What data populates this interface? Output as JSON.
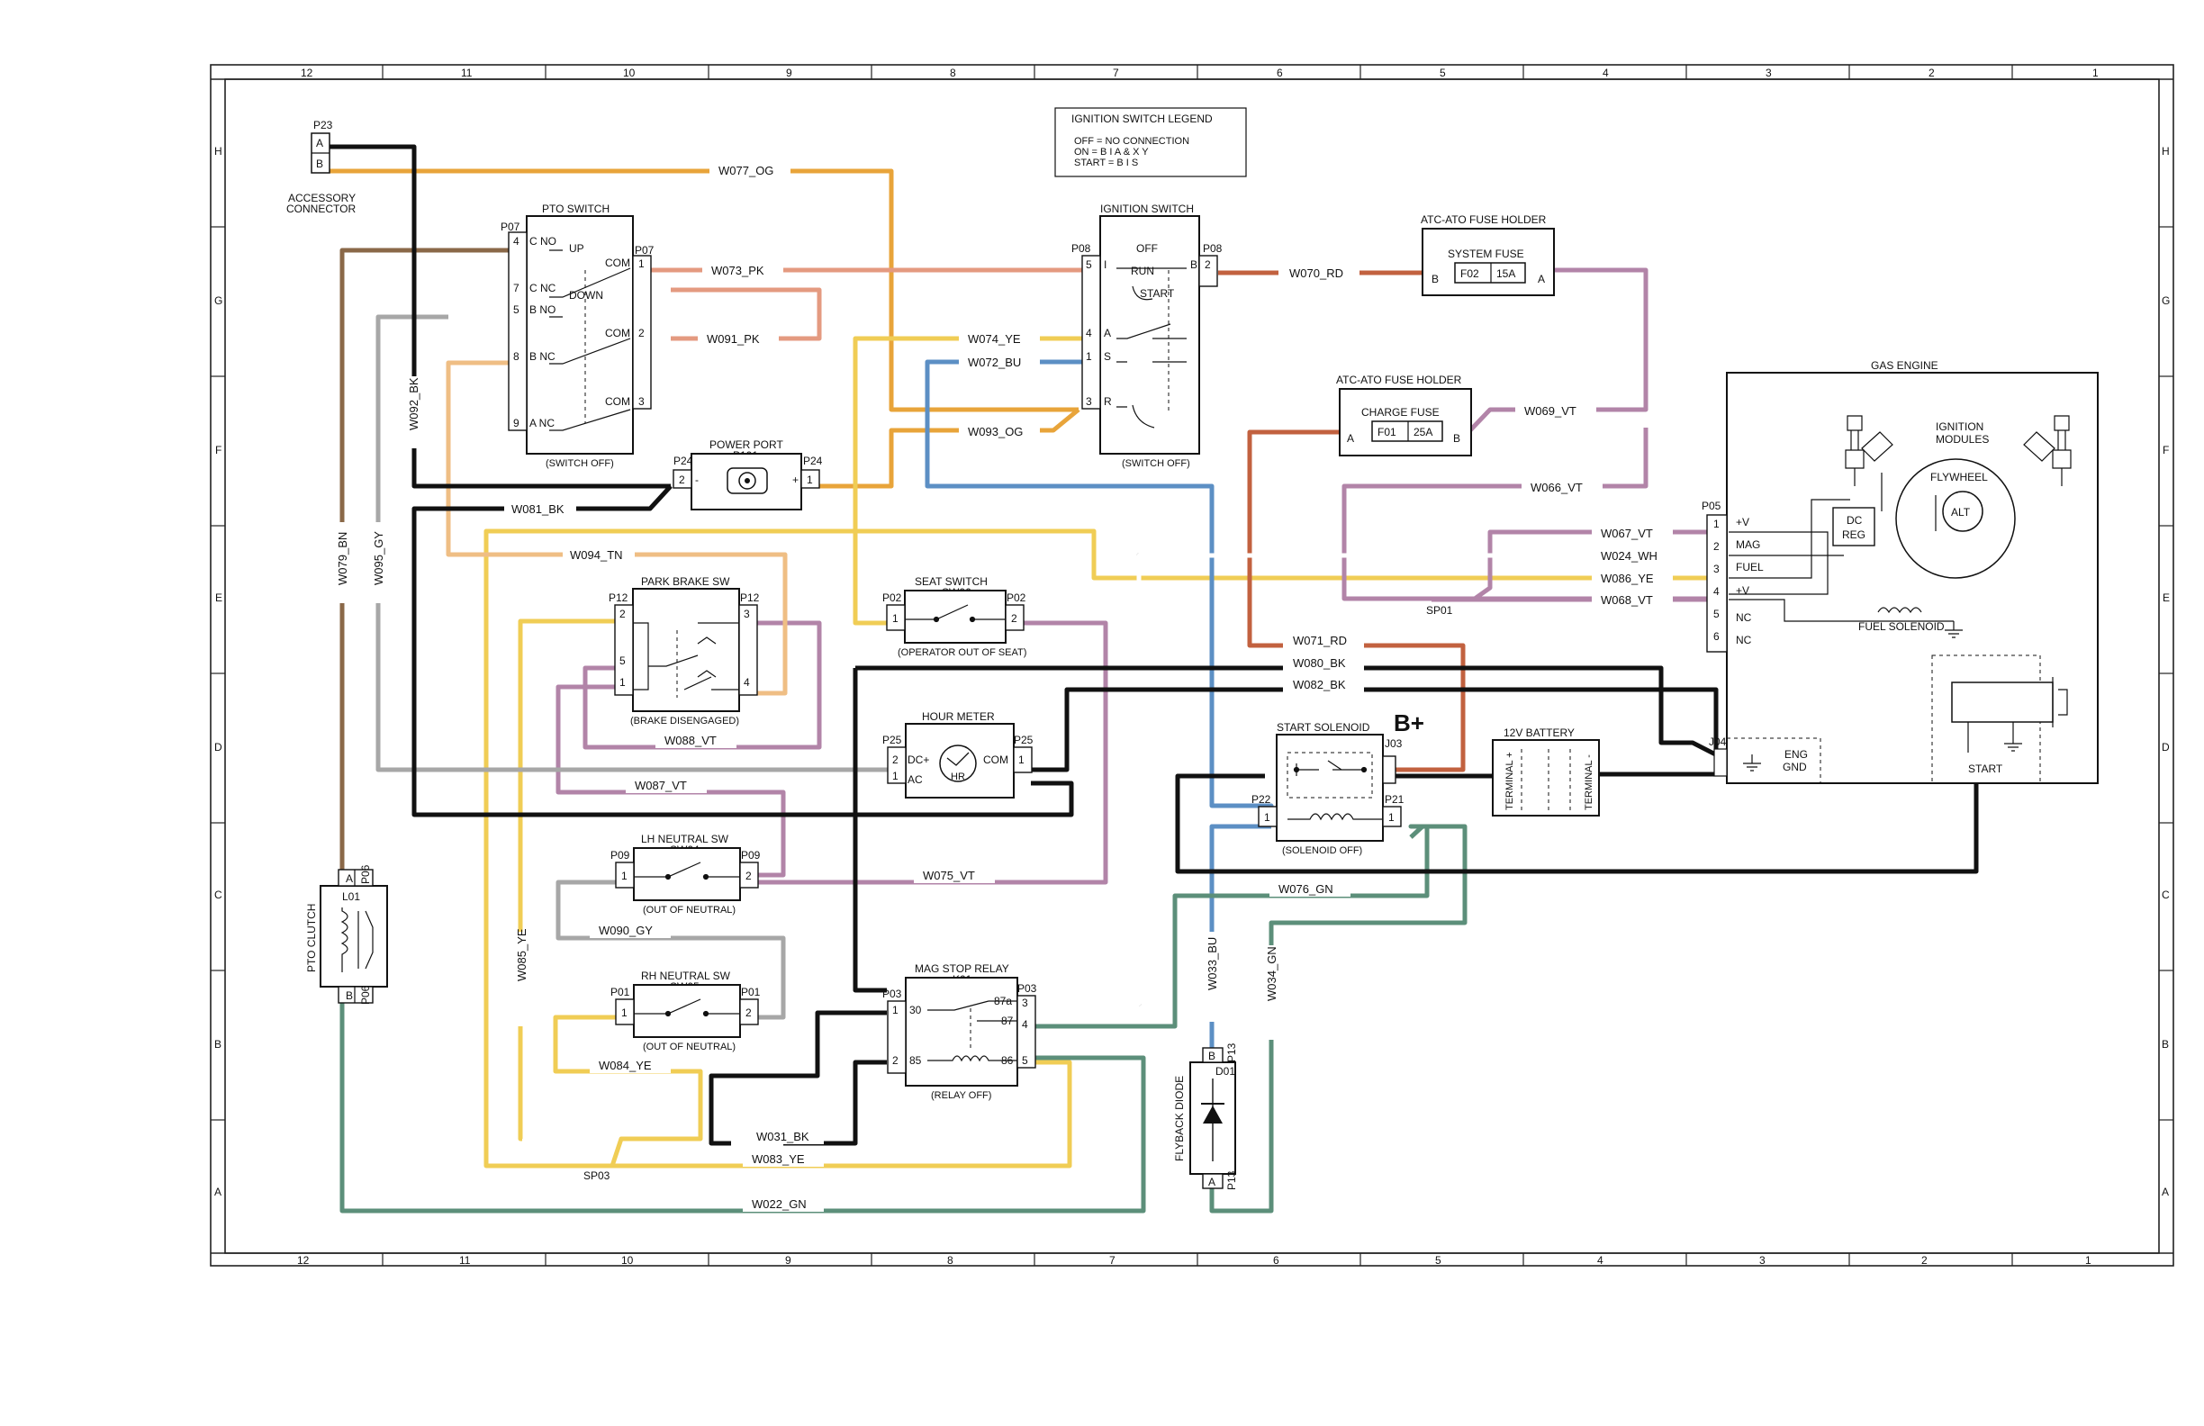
{
  "colors": {
    "OG": "#e8a43a",
    "BK": "#111111",
    "PK": "#e49a80",
    "YE": "#f0cd55",
    "BU": "#5c8fc4",
    "RD": "#c2613f",
    "VT": "#b284a8",
    "GN": "#5c8f7a",
    "GY": "#a7a7a7",
    "BN": "#8a6848",
    "TN": "#efbe84",
    "WH": "#ffffff"
  },
  "border": {
    "top": [
      "12",
      "11",
      "10",
      "9",
      "8",
      "7",
      "6",
      "5",
      "4",
      "3",
      "2",
      "1"
    ],
    "bottom": [
      "12",
      "11",
      "10",
      "9",
      "8",
      "7",
      "6",
      "5",
      "4",
      "3",
      "2",
      "1"
    ],
    "left": [
      "H",
      "G",
      "F",
      "E",
      "D",
      "C",
      "B",
      "A"
    ],
    "right": [
      "H",
      "G",
      "F",
      "E",
      "D",
      "C",
      "B",
      "A"
    ]
  },
  "legend": {
    "title": "IGNITION SWITCH LEGEND",
    "line1": "OFF     = NO CONNECTION",
    "line2": "ON       = B I A  & X Y",
    "line3": "START = B I S"
  },
  "components": {
    "p23": {
      "name": "P23",
      "pin_a": "A",
      "pin_b": "B",
      "label1": "ACCESSORY",
      "label2": "CONNECTOR"
    },
    "pto_switch": {
      "title": "PTO SWITCH",
      "id": "SW02",
      "conn_l": "P07",
      "conn_r": "P07",
      "state": "(SWITCH OFF)",
      "pins_l": [
        "4",
        "7",
        "5",
        "8",
        "9"
      ],
      "pins_r": [
        "1",
        "2",
        "3"
      ],
      "labels": [
        "C NO",
        "UP",
        "C NC",
        "DOWN",
        "B NO",
        "B NC",
        "A NC"
      ],
      "com": "COM"
    },
    "ignition_switch": {
      "title": "IGNITION SWITCH",
      "id": "SW01",
      "conn_l": "P08",
      "conn_r": "P08",
      "state": "(SWITCH OFF)",
      "pins_l": [
        "5",
        "4",
        "1",
        "3"
      ],
      "pin_r": "2",
      "letters": [
        "I",
        "A",
        "S",
        "R",
        "B"
      ],
      "positions": [
        "OFF",
        "RUN",
        "START"
      ]
    },
    "p18": {
      "title": "ATC-ATO FUSE HOLDER",
      "id": "P18",
      "name": "SYSTEM FUSE",
      "fuse": "F02",
      "rating": "15A",
      "a": "A",
      "b": "B"
    },
    "p17": {
      "title": "ATC-ATO FUSE HOLDER",
      "id": "P17",
      "name": "CHARGE FUSE",
      "fuse": "F01",
      "rating": "25A",
      "a": "A",
      "b": "B"
    },
    "power_port": {
      "title": "POWER PORT",
      "id": "P101",
      "conn": "P24",
      "pin_l": "2",
      "pin_r": "1",
      "minus": "-",
      "plus": "+"
    },
    "park_brake": {
      "title": "PARK BRAKE SW",
      "id": "SW03",
      "conn_l": "P12",
      "conn_r": "P12",
      "pins_l": [
        "2",
        "5",
        "1"
      ],
      "pins_r": [
        "3",
        "4"
      ],
      "state": "(BRAKE DISENGAGED)"
    },
    "seat_switch": {
      "title": "SEAT SWITCH",
      "id": "SW06",
      "conn_l": "P02",
      "conn_r": "P02",
      "pin_l": "1",
      "pin_r": "2",
      "state": "(OPERATOR OUT OF SEAT)"
    },
    "hour_meter": {
      "title": "HOUR METER",
      "id": "DIS05",
      "conn_l": "P25",
      "conn_r": "P25",
      "pin_l1": "2",
      "pin_l2": "1",
      "pin_r": "1",
      "dc": "DC+",
      "ac": "AC",
      "com": "COM",
      "hr": "HR"
    },
    "lh_neutral": {
      "title": "LH NEUTRAL SW",
      "id": "SW04",
      "conn_l": "P09",
      "conn_r": "P09",
      "pin_l": "1",
      "pin_r": "2",
      "state": "(OUT OF NEUTRAL)"
    },
    "rh_neutral": {
      "title": "RH NEUTRAL SW",
      "id": "SW05",
      "conn_l": "P01",
      "conn_r": "P01",
      "pin_l": "1",
      "pin_r": "2",
      "state": "(OUT OF NEUTRAL)"
    },
    "mag_relay": {
      "title": "MAG STOP RELAY",
      "id": "K01",
      "conn_l": "P03",
      "conn_r": "P03",
      "pins_l": [
        "1",
        "2"
      ],
      "pins_r": [
        "3",
        "4",
        "5"
      ],
      "terms": [
        "30",
        "85",
        "87a",
        "87",
        "86"
      ],
      "state": "(RELAY OFF)"
    },
    "start_solenoid": {
      "title": "START SOLENOID",
      "id": "K02",
      "j03": "J03",
      "p22": "P22",
      "p21": "P21",
      "pin_l": "1",
      "pin_r": "1",
      "state": "(SOLENOID OFF)",
      "bplus": "B+"
    },
    "battery": {
      "title": "12V BATTERY",
      "id": "BT01",
      "term_pos": "TERMINAL  +",
      "term_neg": "TERMINAL  -"
    },
    "pto_clutch": {
      "label": "PTO CLUTCH",
      "id": "L01",
      "conn": "P06",
      "pin_a": "A",
      "pin_b": "B"
    },
    "diode": {
      "label": "FLYBACK DIODE",
      "id": "D01",
      "conn": "P13",
      "pin_a": "A",
      "pin_b": "B"
    },
    "gas_engine": {
      "title": "GAS ENGINE",
      "conn": "P05",
      "pins": [
        "1",
        "2",
        "3",
        "4",
        "5",
        "6"
      ],
      "pin_labels": [
        "+V",
        "MAG",
        "FUEL",
        "+V",
        "NC",
        "NC"
      ],
      "ignition": "IGNITION",
      "modules": "MODULES",
      "flywheel": "FLYWHEEL",
      "alt": "ALT",
      "dc": "DC",
      "reg": "REG",
      "fuel_sol": "FUEL SOLENOID",
      "j04": "J04",
      "eng": "ENG",
      "gnd": "GND",
      "start": "START"
    },
    "splices": [
      "SP01",
      "SP03"
    ]
  },
  "wire_labels": {
    "w077": "W077_OG",
    "w073": "W073_PK",
    "w091": "W091_PK",
    "w074": "W074_YE",
    "w072": "W072_BU",
    "w093": "W093_OG",
    "w070": "W070_RD",
    "w069": "W069_VT",
    "w066": "W066_VT",
    "w067": "W067_VT",
    "w024": "W024_WH",
    "w086": "W086_YE",
    "w068": "W068_VT",
    "w092": "W092_BK",
    "w081": "W081_BK",
    "w094": "W094_TN",
    "w079": "W079_BN",
    "w095": "W095_GY",
    "w071": "W071_RD",
    "w080": "W080_BK",
    "w082": "W082_BK",
    "w088": "W088_VT",
    "w087": "W087_VT",
    "w075": "W075_VT",
    "w076": "W076_GN",
    "w090": "W090_GY",
    "w085": "W085_YE",
    "w084": "W084_YE",
    "w033": "W033_BU",
    "w034": "W034_GN",
    "w031": "W031_BK",
    "w083": "W083_YE",
    "w022": "W022_GN"
  }
}
